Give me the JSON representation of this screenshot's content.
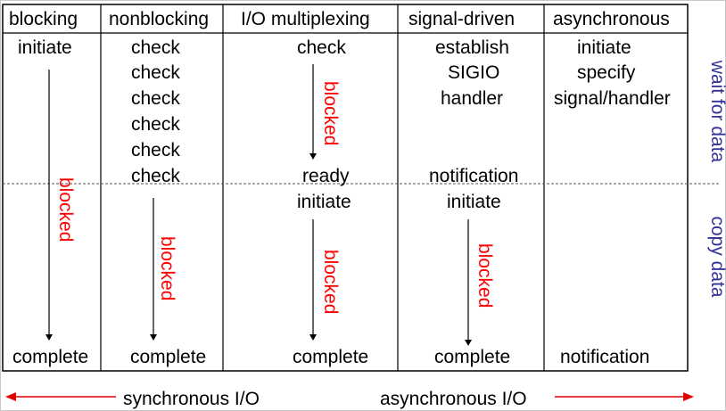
{
  "columns": {
    "blocking": {
      "header": "blocking",
      "steps": [
        "initiate"
      ],
      "blocked_label": "blocked",
      "end_label": "complete"
    },
    "nonblocking": {
      "header": "nonblocking",
      "checks": [
        "check",
        "check",
        "check",
        "check",
        "check",
        "check"
      ],
      "blocked_label": "blocked",
      "end_label": "complete"
    },
    "io_multiplexing": {
      "header": "I/O multiplexing",
      "start_label": "check",
      "blocked_label_1": "blocked",
      "ready_label": "ready",
      "initiate_label": "initiate",
      "blocked_label_2": "blocked",
      "end_label": "complete"
    },
    "signal_driven": {
      "header": "signal-driven",
      "setup_lines": [
        "establish",
        "SIGIO",
        "handler"
      ],
      "notification_label": "notification",
      "initiate_label": "initiate",
      "blocked_label": "blocked",
      "end_label": "complete"
    },
    "asynchronous": {
      "header": "asynchronous",
      "setup_lines": [
        "initiate",
        "specify",
        "signal/handler"
      ],
      "end_label": "notification"
    }
  },
  "phases": {
    "wait": "wait for data",
    "copy": "copy data"
  },
  "footer": {
    "sync_label": "synchronous I/O",
    "async_label": "asynchronous I/O"
  },
  "colors": {
    "blocked_text": "#ff0000",
    "phase_text": "#33339a",
    "footer_arrow": "#e00000",
    "divider": "#555555"
  }
}
